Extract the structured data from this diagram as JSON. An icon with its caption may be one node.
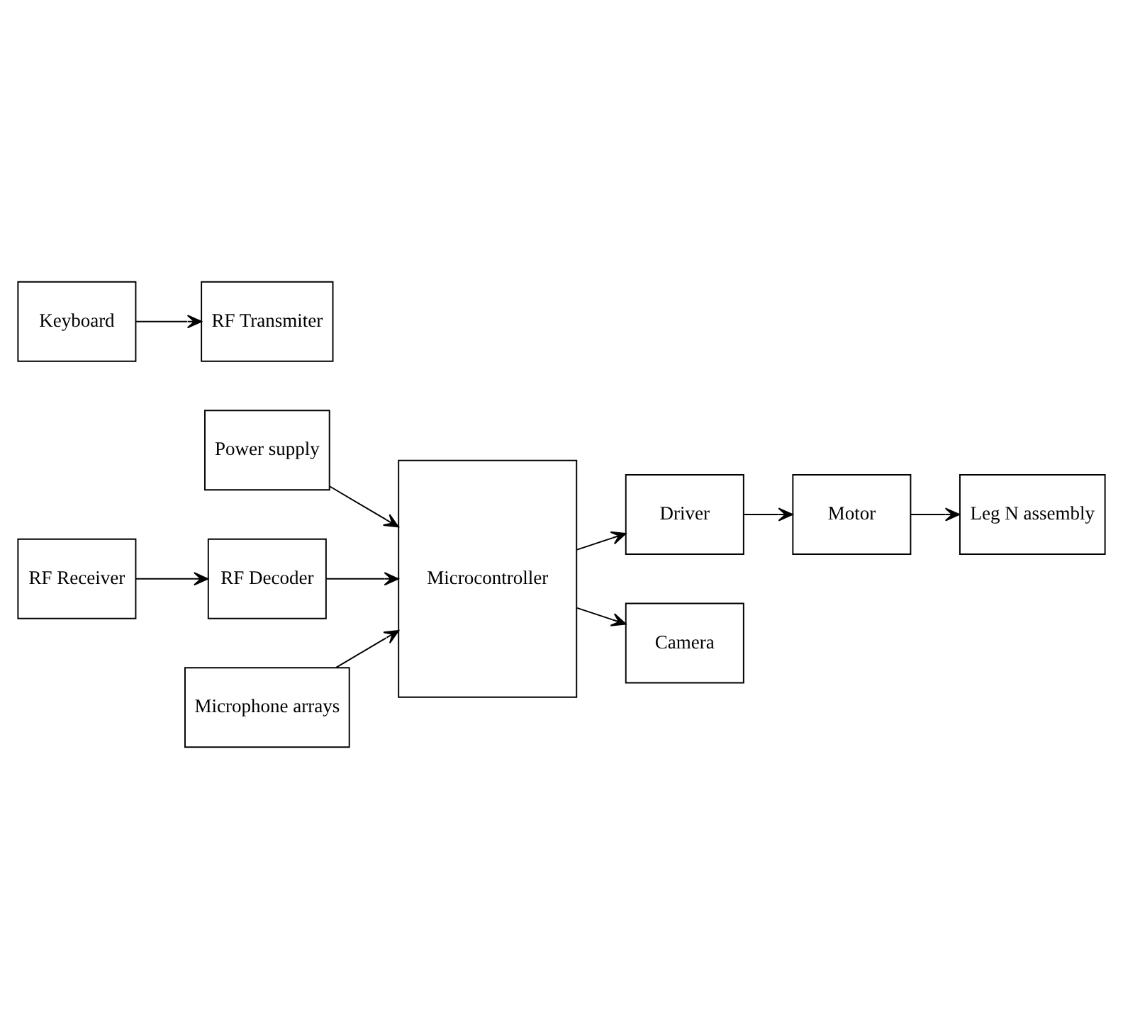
{
  "diagram": {
    "nodes": [
      {
        "text": [
          "Power supply"
        ]
      },
      {
        "text": [
          "RF Receiver"
        ]
      },
      {
        "text": [
          "RF Decoder"
        ]
      },
      {
        "text": [
          "Microcontroller"
        ]
      },
      {
        "text": [
          "Driver"
        ]
      },
      {
        "text": [
          "Motor"
        ]
      },
      {
        "text": [
          "Leg N assembly"
        ]
      },
      {
        "text": [
          "Microphone arrays"
        ]
      },
      {
        "text": [
          "Camera"
        ]
      },
      {
        "text": [
          "Keyboard"
        ]
      },
      {
        "text": [
          "RF Transmiter"
        ]
      }
    ],
    "edges": [
      {
        "from": 0,
        "to": 3,
        "arrow": "to"
      },
      {
        "from": 1,
        "to": 2,
        "arrow": "to"
      },
      {
        "from": 2,
        "to": 3,
        "arrow": "to"
      },
      {
        "from": 7,
        "to": 3,
        "arrow": "to"
      },
      {
        "from": 3,
        "to": 4,
        "arrow": "to"
      },
      {
        "from": 4,
        "to": 5,
        "arrow": "to"
      },
      {
        "from": 5,
        "to": 6,
        "arrow": "to"
      },
      {
        "from": 3,
        "to": 8,
        "arrow": "to"
      },
      {
        "from": 9,
        "to": 10,
        "arrow": "to"
      }
    ]
  }
}
